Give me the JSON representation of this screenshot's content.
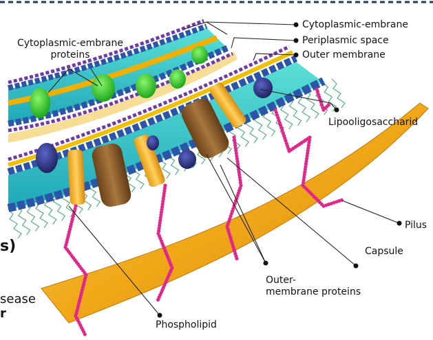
{
  "labels": {
    "cytoplasmic_membrane_proteins": "Cytoplasmic-embrane\nproteins",
    "cytoplasmic_membrane": "Cytoplasmic-embrane",
    "periplasmic_space": "Periplasmic space",
    "outer_membrane": "Outer membrane",
    "lipooligosaccharide": "Lipooligosaccharid",
    "pilus": "Pilus",
    "capsule": "Capsule",
    "outer_membrane_proteins": "Outer-\nmembrane proteins",
    "phospholipid": "Phospholipid"
  },
  "clipped_text": {
    "line1": "s)",
    "line2": "sease",
    "line3": "r"
  },
  "colors": {
    "leader_line": "#222222",
    "border_dash": "#1f3a5f",
    "capsule": "#f2b820",
    "phospholipid_head": "#1f4e9a",
    "lipid_tail": "#29d0c8",
    "protein_green": "#2fcf2f",
    "protein_brown": "#8b5a2b",
    "protein_yellow": "#f7b928",
    "protein_navy": "#2b2f7a",
    "pilus": "#e0288c",
    "lps": "#3aa36a"
  }
}
